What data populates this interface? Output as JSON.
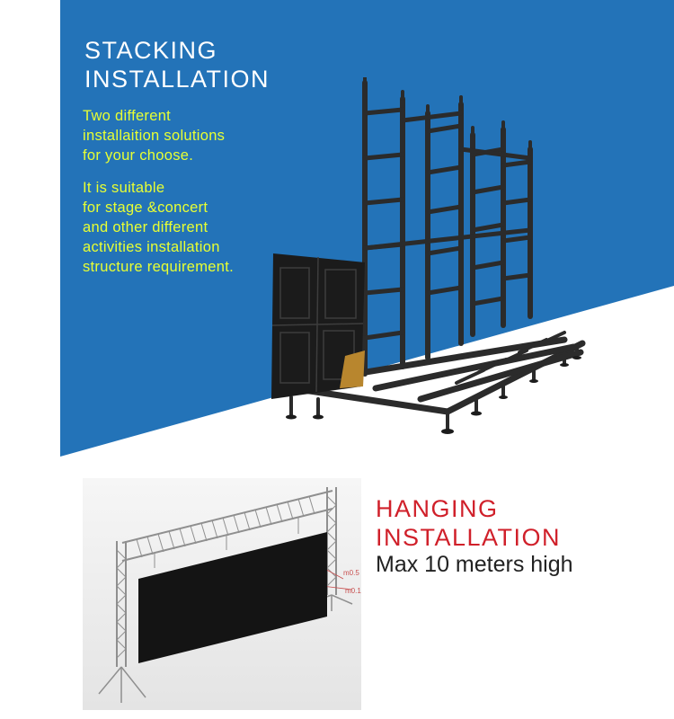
{
  "stacking": {
    "title_line1": "STACKING",
    "title_line2": "INSTALLATION",
    "para1": [
      "Two different",
      "installaition solutions",
      "for your choose."
    ],
    "para2": [
      "It is suitable",
      "for stage &concert",
      "and other different",
      "activities installation",
      "structure requirement."
    ]
  },
  "hanging": {
    "title_line1": "HANGING",
    "title_line2": "INSTALLATION",
    "subtitle": "Max 10 meters high",
    "dim_label_1": "m0.5",
    "dim_label_2": "m0.1"
  },
  "colors": {
    "panel_blue": "#2373b8",
    "title_white": "#ffffff",
    "desc_yellow": "#e8ff33",
    "hang_red": "#d0202a",
    "frame_dark": "#2b2b2b"
  }
}
